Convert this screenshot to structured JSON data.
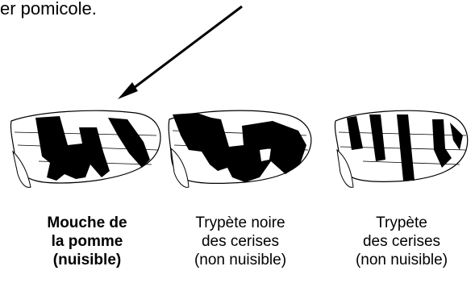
{
  "intro_fragment": "er pomicole.",
  "captions": [
    {
      "lines": [
        "Mouche de",
        "la pomme",
        "(nuisible)"
      ],
      "bold": true
    },
    {
      "lines": [
        "Trypète noire",
        "des cerises",
        "(non nuisible)"
      ],
      "bold": false
    },
    {
      "lines": [
        "Trypète",
        "des cerises",
        "(non nuisible)"
      ],
      "bold": false
    }
  ],
  "icons": {
    "arrow": "arrow-pointing-down-left-icon",
    "wings": [
      "apple-fly-wing-icon",
      "black-cherry-fly-wing-icon",
      "cherry-fly-wing-icon"
    ]
  },
  "colors": {
    "ink": "#000000",
    "paper": "#ffffff"
  }
}
